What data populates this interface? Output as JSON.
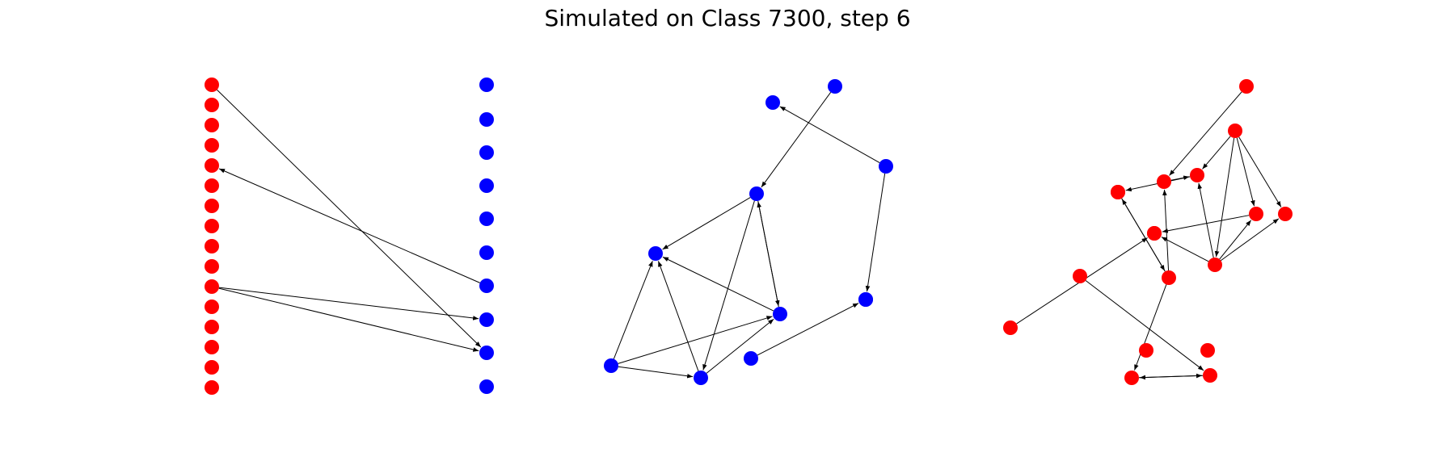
{
  "title": "Simulated on Class 7300, step 6",
  "colors": {
    "red": "#ff0000",
    "blue": "#0000ff",
    "edge": "#000000"
  },
  "panels": [
    {
      "name": "bipartite",
      "nodes": [
        {
          "id": "L0",
          "color": "red"
        },
        {
          "id": "L1",
          "color": "red"
        },
        {
          "id": "L2",
          "color": "red"
        },
        {
          "id": "L3",
          "color": "red"
        },
        {
          "id": "L4",
          "color": "red"
        },
        {
          "id": "L5",
          "color": "red"
        },
        {
          "id": "L6",
          "color": "red"
        },
        {
          "id": "L7",
          "color": "red"
        },
        {
          "id": "L8",
          "color": "red"
        },
        {
          "id": "L9",
          "color": "red"
        },
        {
          "id": "L10",
          "color": "red"
        },
        {
          "id": "L11",
          "color": "red"
        },
        {
          "id": "L12",
          "color": "red"
        },
        {
          "id": "L13",
          "color": "red"
        },
        {
          "id": "L14",
          "color": "red"
        },
        {
          "id": "L15",
          "color": "red"
        },
        {
          "id": "R0",
          "color": "blue"
        },
        {
          "id": "R1",
          "color": "blue"
        },
        {
          "id": "R2",
          "color": "blue"
        },
        {
          "id": "R3",
          "color": "blue"
        },
        {
          "id": "R4",
          "color": "blue"
        },
        {
          "id": "R5",
          "color": "blue"
        },
        {
          "id": "R6",
          "color": "blue"
        },
        {
          "id": "R7",
          "color": "blue"
        },
        {
          "id": "R8",
          "color": "blue"
        },
        {
          "id": "R9",
          "color": "blue"
        }
      ],
      "edges": [
        {
          "from": "L0",
          "to": "R8"
        },
        {
          "from": "R6",
          "to": "L4"
        },
        {
          "from": "L10",
          "to": "R7"
        },
        {
          "from": "L10",
          "to": "R8"
        }
      ]
    },
    {
      "name": "blue-graph",
      "nodes": [
        {
          "id": "B1",
          "color": "blue"
        },
        {
          "id": "B2",
          "color": "blue"
        },
        {
          "id": "B3",
          "color": "blue"
        },
        {
          "id": "B4",
          "color": "blue"
        },
        {
          "id": "B5",
          "color": "blue"
        },
        {
          "id": "B6",
          "color": "blue"
        },
        {
          "id": "B7",
          "color": "blue"
        },
        {
          "id": "B8",
          "color": "blue"
        },
        {
          "id": "B9",
          "color": "blue"
        },
        {
          "id": "B10",
          "color": "blue"
        },
        {
          "id": "B11",
          "color": "blue"
        }
      ],
      "edges": [
        {
          "from": "B2",
          "to": "B4"
        },
        {
          "from": "B3",
          "to": "B1"
        },
        {
          "from": "B3",
          "to": "B8"
        },
        {
          "from": "B4",
          "to": "B5"
        },
        {
          "from": "B4",
          "to": "B6"
        },
        {
          "from": "B6",
          "to": "B4"
        },
        {
          "from": "B4",
          "to": "B10"
        },
        {
          "from": "B6",
          "to": "B5"
        },
        {
          "from": "B9",
          "to": "B5"
        },
        {
          "from": "B9",
          "to": "B6"
        },
        {
          "from": "B9",
          "to": "B10"
        },
        {
          "from": "B10",
          "to": "B5"
        },
        {
          "from": "B10",
          "to": "B6"
        },
        {
          "from": "B11",
          "to": "B8"
        }
      ]
    },
    {
      "name": "red-graph",
      "nodes": [
        {
          "id": "C1",
          "color": "red"
        },
        {
          "id": "C2",
          "color": "red"
        },
        {
          "id": "C3",
          "color": "red"
        },
        {
          "id": "C4",
          "color": "red"
        },
        {
          "id": "C5",
          "color": "red"
        },
        {
          "id": "C6",
          "color": "red"
        },
        {
          "id": "C7",
          "color": "red"
        },
        {
          "id": "C8",
          "color": "red"
        },
        {
          "id": "C9",
          "color": "red"
        },
        {
          "id": "C10",
          "color": "red"
        },
        {
          "id": "C11",
          "color": "red"
        },
        {
          "id": "C12",
          "color": "red"
        },
        {
          "id": "C13",
          "color": "red"
        },
        {
          "id": "C14",
          "color": "red"
        },
        {
          "id": "C15",
          "color": "red"
        },
        {
          "id": "C16",
          "color": "red"
        }
      ],
      "edges": [
        {
          "from": "C1",
          "to": "C4"
        },
        {
          "from": "C2",
          "to": "C3"
        },
        {
          "from": "C2",
          "to": "C7"
        },
        {
          "from": "C2",
          "to": "C8"
        },
        {
          "from": "C2",
          "to": "C11"
        },
        {
          "from": "C3",
          "to": "C5"
        },
        {
          "from": "C4",
          "to": "C3"
        },
        {
          "from": "C5",
          "to": "C12"
        },
        {
          "from": "C11",
          "to": "C3"
        },
        {
          "from": "C11",
          "to": "C7"
        },
        {
          "from": "C11",
          "to": "C8"
        },
        {
          "from": "C11",
          "to": "C9"
        },
        {
          "from": "C7",
          "to": "C9"
        },
        {
          "from": "C10",
          "to": "C9"
        },
        {
          "from": "C12",
          "to": "C4"
        },
        {
          "from": "C12",
          "to": "C5"
        },
        {
          "from": "C12",
          "to": "C16"
        },
        {
          "from": "C13",
          "to": "C15"
        },
        {
          "from": "C15",
          "to": "C16"
        },
        {
          "from": "C16",
          "to": "C15"
        },
        {
          "from": "C14",
          "to": "C9"
        }
      ]
    }
  ]
}
